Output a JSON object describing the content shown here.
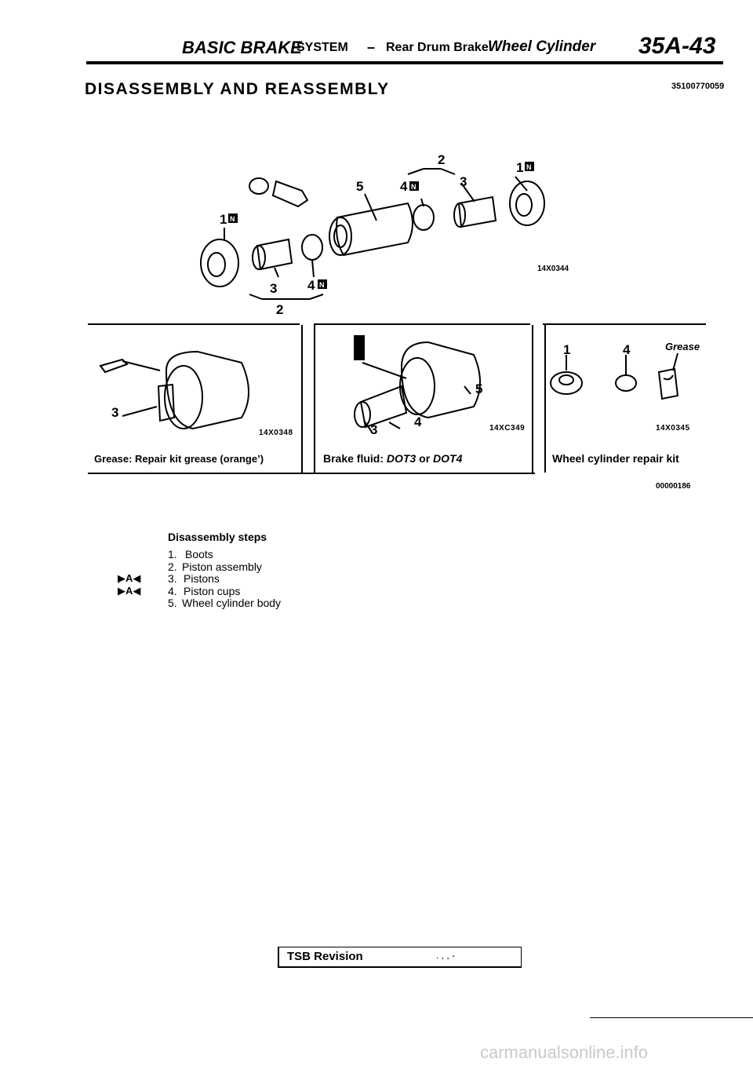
{
  "header": {
    "section": "BASIC BRAKE",
    "system": "SYSTEM",
    "dash": "–",
    "subsection": "Rear Drum Brake",
    "item": "Wheel Cylinder",
    "page": "35A-43"
  },
  "title": "DISASSEMBLY AND REASSEMBLY",
  "figure_code_top": "35100770059",
  "exploded_view": {
    "code": "14X0344",
    "callouts": [
      "2",
      "1",
      "5",
      "4",
      "3",
      "1",
      "3",
      "4",
      "2"
    ],
    "badge": "N"
  },
  "panels": [
    {
      "code": "14X0348",
      "callouts": [
        "3"
      ],
      "caption": "Grease: Repair kit grease (orange’)"
    },
    {
      "code": "14XC349",
      "callouts": [
        "5",
        "4",
        "3"
      ],
      "caption_prefix": "Brake fluid:",
      "dot3": "DOT3",
      "or": "or",
      "dot4": "DOT4"
    },
    {
      "code": "14X0345",
      "callouts": [
        "1",
        "4",
        "Grease"
      ],
      "caption": "Wheel cylinder repair kit"
    }
  ],
  "figure_code_mid": "00000186",
  "steps_heading": "Disassembly steps",
  "steps": [
    {
      "num": "1.",
      "label": "Boots",
      "mark": ""
    },
    {
      "num": "2.",
      "label": "Piston assembly",
      "mark": ""
    },
    {
      "num": "3.",
      "label": "Pistons",
      "mark": "▶A◀"
    },
    {
      "num": "4.",
      "label": "Piston cups",
      "mark": "▶A◀"
    },
    {
      "num": "5.",
      "label": "Wheel cylinder body",
      "mark": ""
    }
  ],
  "tsb": {
    "label": "TSB Revision",
    "value": ". , , -"
  },
  "watermark": "carmanualsonline.info"
}
